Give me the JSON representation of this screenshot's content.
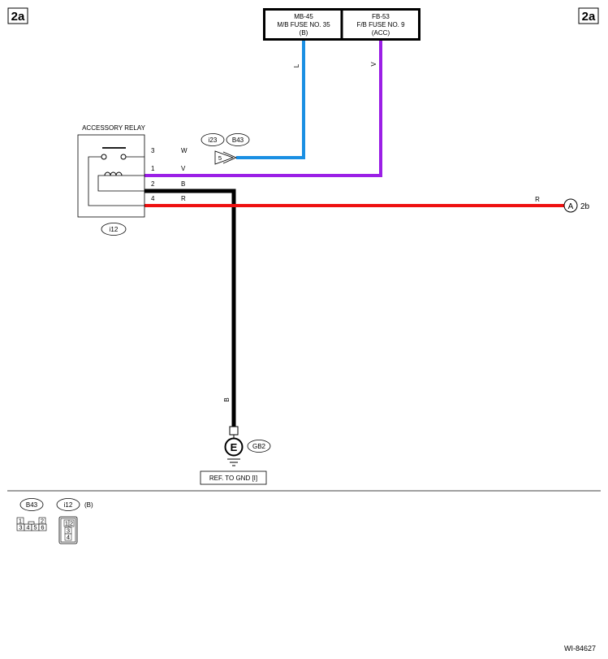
{
  "page_tags": {
    "left": "2a",
    "right": "2a"
  },
  "fuses": [
    {
      "id": "MB-45",
      "name": "M/B FUSE NO. 35",
      "supply": "(B)"
    },
    {
      "id": "FB-53",
      "name": "F/B FUSE NO. 9",
      "supply": "(ACC)"
    }
  ],
  "relay": {
    "title": "ACCESSORY RELAY",
    "connector": "i12",
    "pins": [
      {
        "pin": "3",
        "color": "W"
      },
      {
        "pin": "1",
        "color": "V"
      },
      {
        "pin": "2",
        "color": "B"
      },
      {
        "pin": "4",
        "color": "R"
      }
    ]
  },
  "joint_connector": {
    "left": "i23",
    "right": "B43",
    "pin": "5"
  },
  "wires": {
    "blue": {
      "label": "L",
      "color": "#1a8fe3"
    },
    "violet": {
      "label": "V",
      "color": "#9b1fe6"
    },
    "red": {
      "label": "R",
      "color": "#ee1111"
    },
    "black": {
      "label": "B",
      "color": "#000000"
    }
  },
  "off_page": {
    "letter": "A",
    "target": "2b"
  },
  "ground": {
    "symbol": "E",
    "id": "GB2",
    "ref": "REF. TO GND  [I]"
  },
  "legend": {
    "b43": {
      "label": "B43",
      "pins": [
        "1",
        "2",
        "3",
        "4",
        "5",
        "6"
      ]
    },
    "i12": {
      "label": "i12",
      "suffix": "(B)",
      "pins": [
        "1",
        "2",
        "3",
        "4"
      ]
    }
  },
  "figure_id": "WI-84627"
}
